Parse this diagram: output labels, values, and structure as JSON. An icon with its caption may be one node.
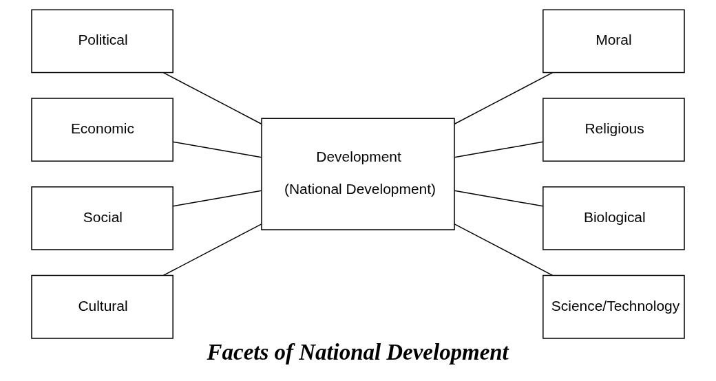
{
  "diagram": {
    "caption": "Facets of National Development",
    "nodes": [
      {
        "text": [
          "Development",
          "(National Development)"
        ]
      },
      {
        "text": [
          "Political"
        ]
      },
      {
        "text": [
          "Economic"
        ]
      },
      {
        "text": [
          "Social"
        ]
      },
      {
        "text": [
          "Cultural"
        ]
      },
      {
        "text": [
          "Moral"
        ]
      },
      {
        "text": [
          "Religious"
        ]
      },
      {
        "text": [
          "Biological"
        ]
      },
      {
        "text": [
          "Science/Technology"
        ]
      }
    ],
    "edges": [
      {
        "from": 1,
        "to": 0,
        "arrow": "none"
      },
      {
        "from": 2,
        "to": 0,
        "arrow": "none"
      },
      {
        "from": 3,
        "to": 0,
        "arrow": "none"
      },
      {
        "from": 4,
        "to": 0,
        "arrow": "none"
      },
      {
        "from": 0,
        "to": 5,
        "arrow": "none"
      },
      {
        "from": 0,
        "to": 6,
        "arrow": "none"
      },
      {
        "from": 0,
        "to": 7,
        "arrow": "none"
      },
      {
        "from": 0,
        "to": 8,
        "arrow": "none"
      }
    ]
  }
}
